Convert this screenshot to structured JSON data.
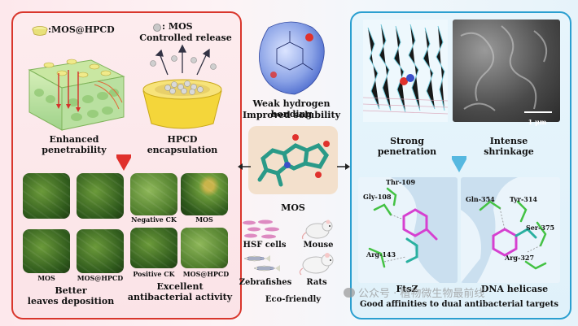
{
  "left": {
    "legend_hpcd": ":MOS@HPCD",
    "legend_mos": ": MOS",
    "controlled_release": "Controlled release",
    "enhanced_penetrability": "Enhanced\npenetrability",
    "hpcd_encapsulation": "HPCD\nencapsulation",
    "leaves": {
      "negative_ck": "Negative CK",
      "mos_top": "MOS",
      "mos_bottom": "MOS",
      "mos_hpcd_left": "MOS@HPCD",
      "positive_ck": "Positive CK",
      "mos_hpcd_right": "MOS@HPCD"
    },
    "better_leaves": "Better\nleaves deposition",
    "excellent_activity": "Excellent\nantibacterial activity"
  },
  "center": {
    "weak_h_bonding": "Weak hydrogen bonding",
    "improved_solubility": "Improved solubility",
    "mos": "MOS",
    "hsf_cells": "HSF cells",
    "mouse": "Mouse",
    "zebrafishes": "Zebrafishes",
    "rats": "Rats",
    "eco_friendly": "Eco-friendly"
  },
  "right": {
    "strong_penetration": "Strong\npenetration",
    "intense_shrinkage": "Intense\nshrinkage",
    "scale_bar": "1 μm",
    "ftsz": {
      "title": "FtsZ",
      "residues": [
        "Thr-109",
        "Gly-108",
        "Arg-143"
      ]
    },
    "helicase": {
      "title": "DNA helicase",
      "residues": [
        "Gln-354",
        "Tyr-314",
        "Ser-375",
        "Arg-327"
      ]
    },
    "good_affinities": "Good affinities to dual antibacterial targets"
  },
  "watermark": "公众号 · 植物微生物最前线",
  "colors": {
    "left_border": "#d9362c",
    "right_border": "#2a9fd0",
    "mos_hpcd_marker": "#e8e07a",
    "mos_marker": "#b8b8b8",
    "accent_red": "#e0312c",
    "accent_blue": "#56b8e0"
  }
}
